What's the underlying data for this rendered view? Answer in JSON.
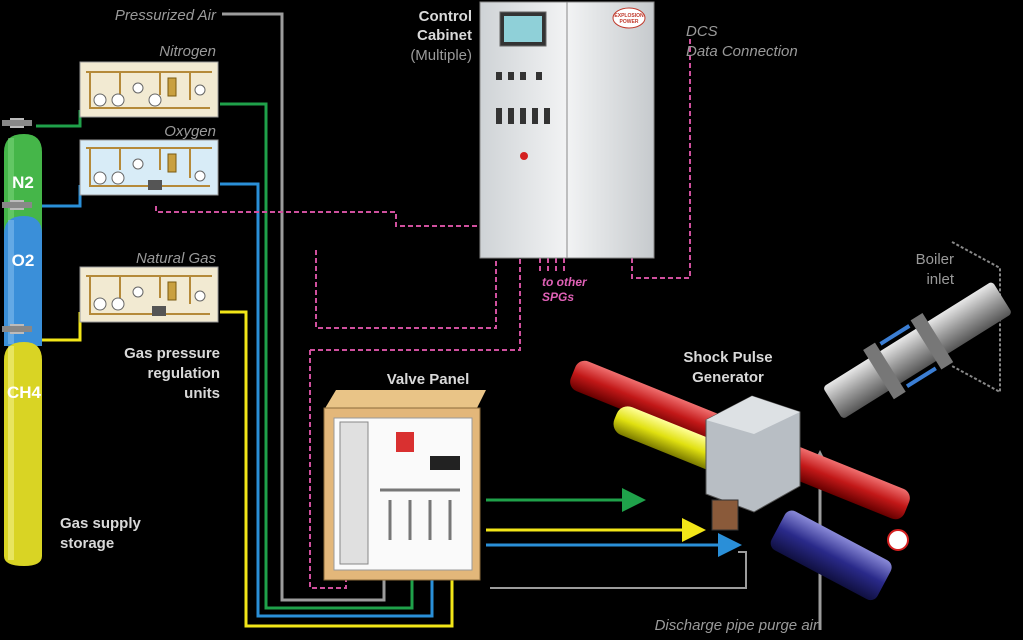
{
  "labels": {
    "pressurized_air": "Pressurized Air",
    "nitrogen": "Nitrogen",
    "oxygen": "Oxygen",
    "natural_gas": "Natural Gas",
    "control_cabinet": [
      "Control",
      "Cabinet",
      "(Multiple)"
    ],
    "dcs": [
      "DCS",
      "Data Connection"
    ],
    "to_other_spgs": [
      "to other",
      "SPGs"
    ],
    "boiler_inlet": [
      "Boiler",
      "inlet"
    ],
    "gas_pressure_units": [
      "Gas pressure",
      "regulation",
      "units"
    ],
    "valve_panel": "Valve Panel",
    "shock_pulse_generator": [
      "Shock Pulse",
      "Generator"
    ],
    "gas_supply_storage": [
      "Gas supply",
      "storage"
    ],
    "discharge_purge_air": "Discharge pipe purge air"
  },
  "cylinders": [
    {
      "label": "N2",
      "color": "#45b649"
    },
    {
      "label": "O2",
      "color": "#3a8fd9"
    },
    {
      "label": "CH4",
      "color": "#d9d424"
    }
  ],
  "cabinet_brand": [
    "EXPLOSION",
    "POWER"
  ],
  "colors": {
    "nitrogen_line": "#1fa14a",
    "oxygen_line": "#2a8fd8",
    "gas_line": "#f2e618",
    "air_line": "#9c9c9c",
    "data_line": "#d0509e"
  }
}
